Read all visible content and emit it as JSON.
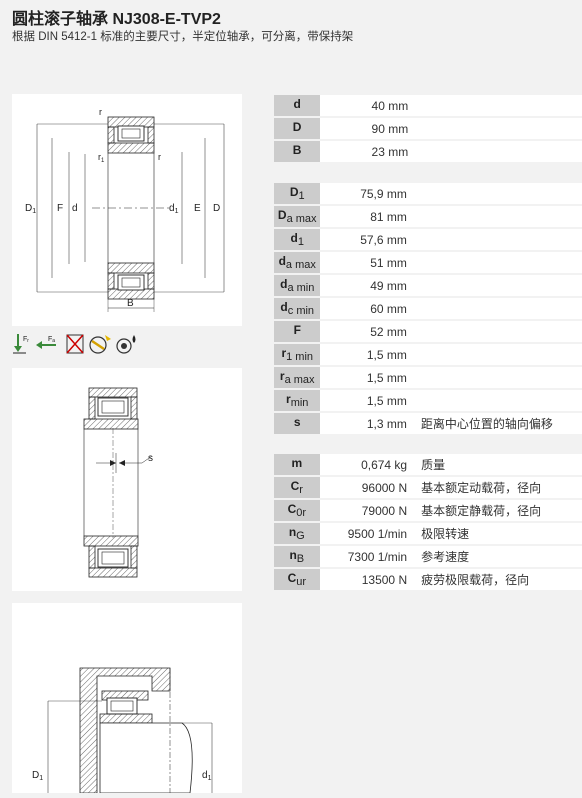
{
  "header": {
    "title": "圆柱滚子轴承 NJ308-E-TVP2",
    "subtitle": "根据 DIN 5412-1 标准的主要尺寸，半定位轴承，可分离，带保持架"
  },
  "diagram_main": {
    "r_top": "r",
    "r1_left": "r",
    "r1_sub": "1",
    "r_right": "r",
    "D1": "D",
    "D1_sub": "1",
    "F": "F",
    "d": "d",
    "d1": "d",
    "d1_sub": "1",
    "E": "E",
    "D": "D",
    "B": "B"
  },
  "icons": {
    "radial_load": "radial-load-icon",
    "axial_load": "axial-load-icon",
    "no_tilt": "no-misalignment-icon",
    "speed": "speed-icon",
    "lubrication": "lubrication-icon",
    "fr_text": "r",
    "fa_text": "a",
    "F_text": "F"
  },
  "diagram_s": {
    "s_label": "s"
  },
  "diagram_mount": {
    "D1": "D",
    "D1_sub": "1",
    "d1": "d",
    "d1_sub": "1"
  },
  "tables": {
    "dims_basic": [
      {
        "sym": "d",
        "sub": "",
        "value": "40",
        "unit": "mm",
        "desc": ""
      },
      {
        "sym": "D",
        "sub": "",
        "value": "90",
        "unit": "mm",
        "desc": ""
      },
      {
        "sym": "B",
        "sub": "",
        "value": "23",
        "unit": "mm",
        "desc": ""
      }
    ],
    "dims_detail": [
      {
        "sym": "D",
        "sub": "1",
        "value": "75,9",
        "unit": "mm",
        "desc": ""
      },
      {
        "sym": "D",
        "sub": "a max",
        "value": "81",
        "unit": "mm",
        "desc": ""
      },
      {
        "sym": "d",
        "sub": "1",
        "value": "57,6",
        "unit": "mm",
        "desc": ""
      },
      {
        "sym": "d",
        "sub": "a max",
        "value": "51",
        "unit": "mm",
        "desc": ""
      },
      {
        "sym": "d",
        "sub": "a min",
        "value": "49",
        "unit": "mm",
        "desc": ""
      },
      {
        "sym": "d",
        "sub": "c min",
        "value": "60",
        "unit": "mm",
        "desc": ""
      },
      {
        "sym": "F",
        "sub": "",
        "value": "52",
        "unit": "mm",
        "desc": ""
      },
      {
        "sym": "r",
        "sub": "1 min",
        "value": "1,5",
        "unit": "mm",
        "desc": ""
      },
      {
        "sym": "r",
        "sub": "a max",
        "value": "1,5",
        "unit": "mm",
        "desc": ""
      },
      {
        "sym": "r",
        "sub": "min",
        "value": "1,5",
        "unit": "mm",
        "desc": ""
      },
      {
        "sym": "s",
        "sub": "",
        "value": "1,3",
        "unit": "mm",
        "desc": "距离中心位置的轴向偏移"
      }
    ],
    "performance": [
      {
        "sym": "m",
        "sub": "",
        "value": "0,674",
        "unit": "kg",
        "desc": "质量"
      },
      {
        "sym": "C",
        "sub": "r",
        "value": "96000",
        "unit": "N",
        "desc": "基本额定动载荷，径向"
      },
      {
        "sym": "C",
        "sub": "0r",
        "value": "79000",
        "unit": "N",
        "desc": "基本额定静载荷，径向"
      },
      {
        "sym": "n",
        "sub": "G",
        "value": "9500",
        "unit": "1/min",
        "desc": "极限转速"
      },
      {
        "sym": "n",
        "sub": "B",
        "value": "7300",
        "unit": "1/min",
        "desc": "参考速度"
      },
      {
        "sym": "C",
        "sub": "ur",
        "value": "13500",
        "unit": "N",
        "desc": "疲劳极限载荷，径向"
      }
    ]
  }
}
